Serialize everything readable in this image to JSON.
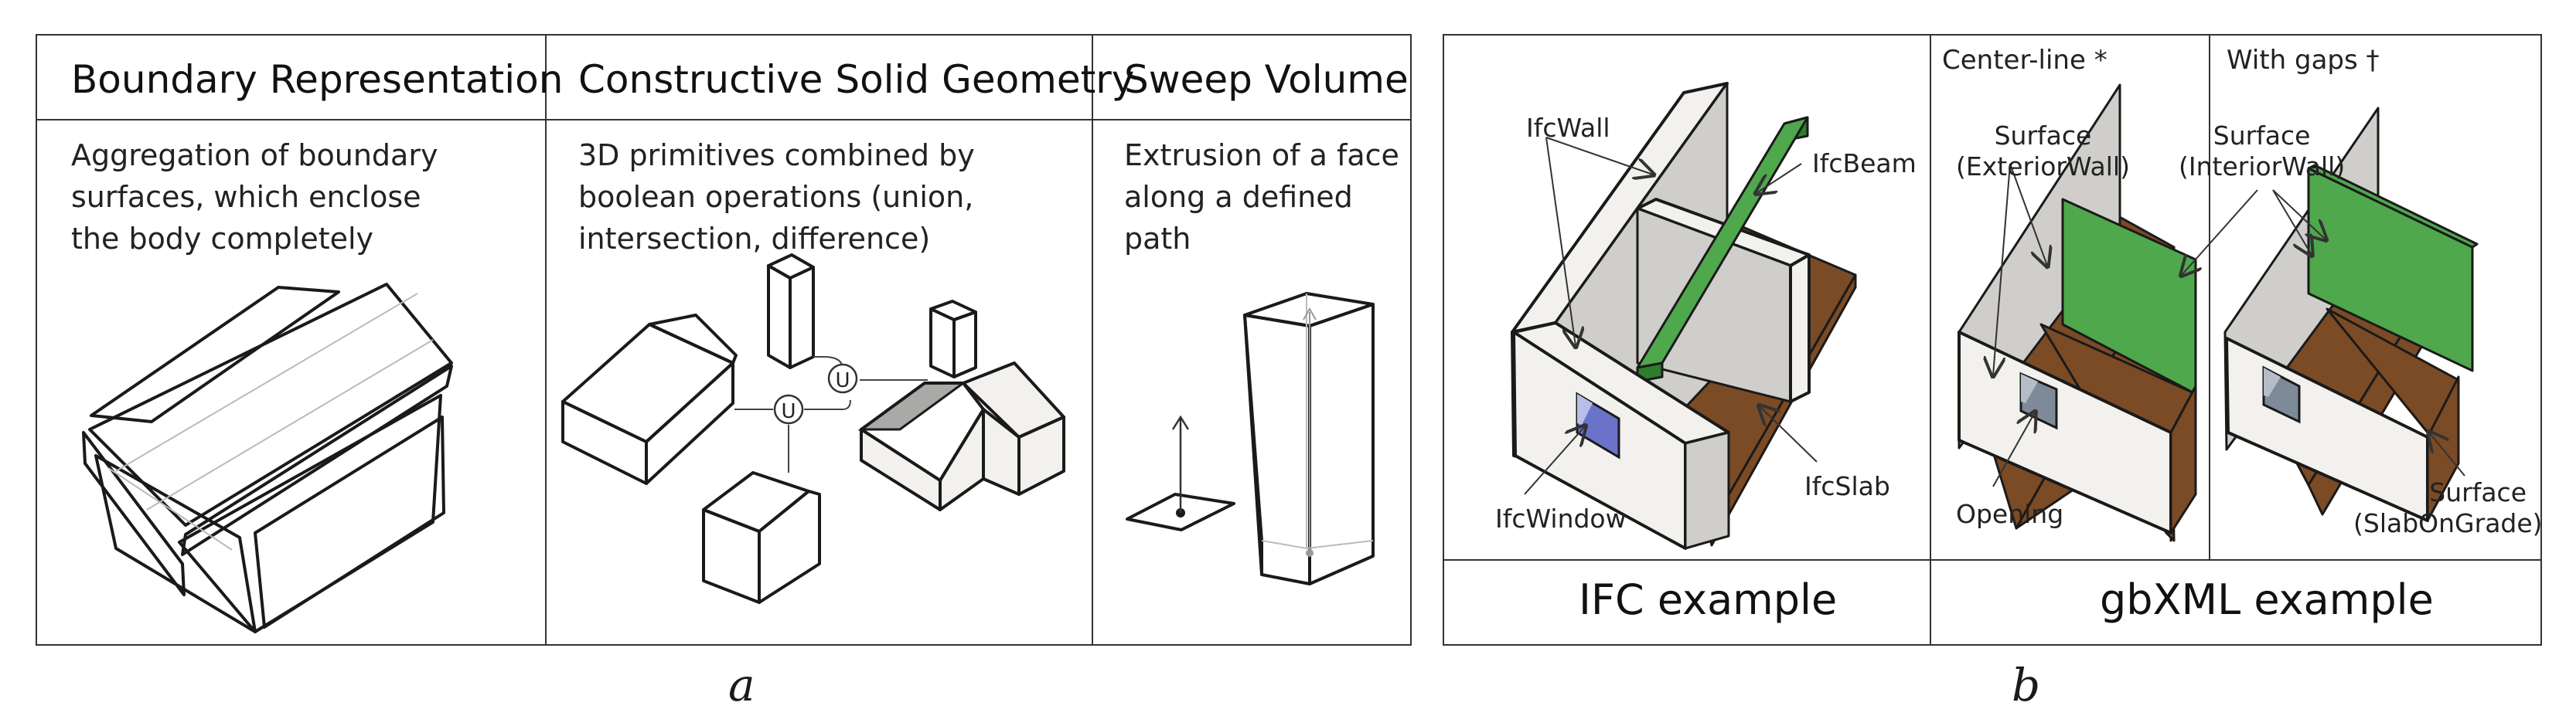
{
  "panel_a": {
    "caption": "a",
    "columns": [
      {
        "title": "Boundary Representation",
        "description": "Aggregation of boundary surfaces, which enclose the body completely"
      },
      {
        "title": "Constructive Solid Geometry",
        "description": "3D primitives combined by boolean operations (union, intersection, difference)"
      },
      {
        "title": "Sweep Volume",
        "description": "Extrusion of a face along a defined path"
      }
    ],
    "union_symbol": "U"
  },
  "panel_b": {
    "caption": "b",
    "ifc": {
      "footer": "IFC example",
      "labels": {
        "wall": "IfcWall",
        "beam": "IfcBeam",
        "window": "IfcWindow",
        "slab": "IfcSlab"
      }
    },
    "gbxml": {
      "footer": "gbXML example",
      "center_line": "Center-line",
      "center_line_mark": "*",
      "with_gaps": "With gaps",
      "with_gaps_mark": "†",
      "labels": {
        "surface_ext": "Surface",
        "surface_ext_type": "(ExteriorWall)",
        "surface_int": "Surface",
        "surface_int_type": "(InteriorWall)",
        "opening": "Opening",
        "surface_slab": "Surface",
        "surface_slab_type": "(SlabOnGrade)"
      }
    }
  },
  "colors": {
    "slab": "#7b4b25",
    "green_surface": "#4fa84c",
    "window": "#6a73c9",
    "wall_grey": "#cfcecb"
  }
}
